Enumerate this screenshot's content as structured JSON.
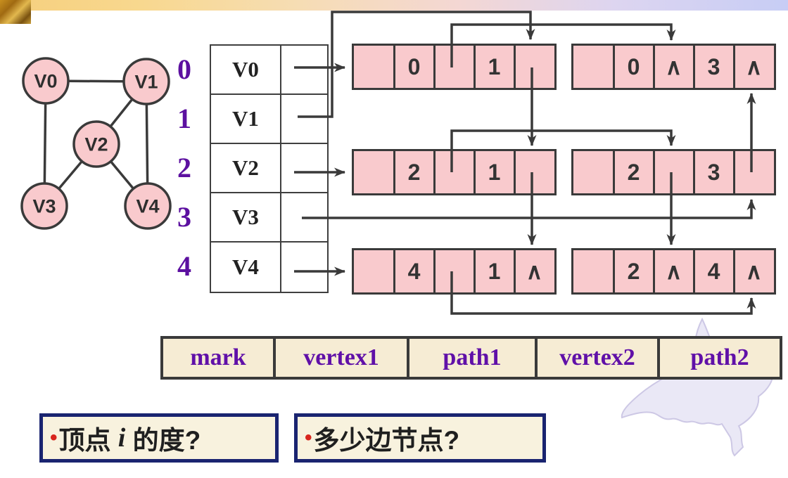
{
  "null_symbol": "∧",
  "graph": {
    "vertices": [
      {
        "label": "V0"
      },
      {
        "label": "V1"
      },
      {
        "label": "V2"
      },
      {
        "label": "V3"
      },
      {
        "label": "V4"
      }
    ],
    "edges": [
      [
        "V0",
        "V1"
      ],
      [
        "V0",
        "V3"
      ],
      [
        "V1",
        "V2"
      ],
      [
        "V1",
        "V4"
      ],
      [
        "V2",
        "V3"
      ],
      [
        "V2",
        "V4"
      ]
    ]
  },
  "vertex_table": {
    "rows": [
      {
        "index": "0",
        "name": "V0",
        "pointer_to": "edge-node-0-1"
      },
      {
        "index": "1",
        "name": "V1",
        "pointer_to": "edge-node-0-1"
      },
      {
        "index": "2",
        "name": "V2",
        "pointer_to": "edge-node-2-1"
      },
      {
        "index": "3",
        "name": "V3",
        "pointer_to": "edge-node-2-3"
      },
      {
        "index": "4",
        "name": "V4",
        "pointer_to": "edge-node-4-1"
      }
    ]
  },
  "edge_nodes": [
    {
      "id": "edge-node-0-1",
      "mark": "",
      "vertex1": "0",
      "path1": "edge-node-0-3",
      "vertex2": "1",
      "path2": "edge-node-2-1"
    },
    {
      "id": "edge-node-0-3",
      "mark": "",
      "vertex1": "0",
      "path1": "∧",
      "vertex2": "3",
      "path2": "∧"
    },
    {
      "id": "edge-node-2-1",
      "mark": "",
      "vertex1": "2",
      "path1": "edge-node-2-3",
      "vertex2": "1",
      "path2": "edge-node-4-1"
    },
    {
      "id": "edge-node-2-3",
      "mark": "",
      "vertex1": "2",
      "path1": "edge-node-2-4",
      "vertex2": "3",
      "path2": "edge-node-0-3"
    },
    {
      "id": "edge-node-4-1",
      "mark": "",
      "vertex1": "4",
      "path1": "edge-node-2-4",
      "vertex2": "1",
      "path2": "∧"
    },
    {
      "id": "edge-node-2-4",
      "mark": "",
      "vertex1": "2",
      "path1": "∧",
      "vertex2": "4",
      "path2": "∧"
    }
  ],
  "legend": {
    "cells": [
      "mark",
      "vertex1",
      "path1",
      "vertex2",
      "path2"
    ]
  },
  "questions": [
    {
      "bullet": "•",
      "prefix": "顶点 ",
      "emph": "i",
      "suffix": " 的度?"
    },
    {
      "bullet": "•",
      "prefix": "多少边节点?",
      "emph": "",
      "suffix": ""
    }
  ],
  "colors": {
    "node_fill": "#f9cacd",
    "line": "#3a3a3a",
    "index_purple": "#5c10a0",
    "legend_bg": "#f6ecd4",
    "legend_text": "#6010a8",
    "box_bg": "#f8f2de",
    "box_border": "#1a2470",
    "bullet_red": "#d8261d"
  }
}
